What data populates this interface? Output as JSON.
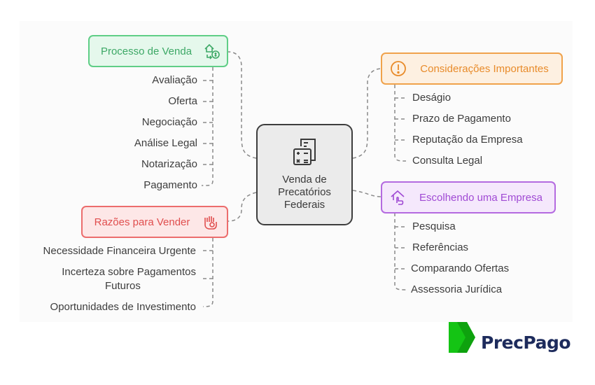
{
  "center": {
    "label": "Venda de Precatórios Federais",
    "icon": "calculator-document-icon"
  },
  "branches": {
    "processo": {
      "title": "Processo de Venda",
      "icon": "house-exchange-icon",
      "color": "#5fce86",
      "items": [
        "Avaliação",
        "Oferta",
        "Negociação",
        "Análise Legal",
        "Notarização",
        "Pagamento"
      ]
    },
    "razoes": {
      "title": "Razões para Vender",
      "icon": "hand-money-icon",
      "color": "#ec6d6d",
      "items": [
        "Necessidade Financeira Urgente",
        "Incerteza sobre Pagamentos",
        "Futuros",
        "Oportunidades de Investimento"
      ]
    },
    "consideracoes": {
      "title": "Considerações Importantes",
      "icon": "alert-circle-icon",
      "color": "#f0a24b",
      "items": [
        "Deságio",
        "Prazo de Pagamento",
        "Reputação da Empresa",
        "Consulta Legal"
      ]
    },
    "escolhendo": {
      "title": "Escolhendo uma Empresa",
      "icon": "house-hand-icon",
      "color": "#b46ae0",
      "items": [
        "Pesquisa",
        "Referências",
        "Comparando Ofertas",
        "Assessoria Jurídica"
      ]
    }
  },
  "logo": {
    "text": "PrecPago",
    "color": "#14c414"
  }
}
